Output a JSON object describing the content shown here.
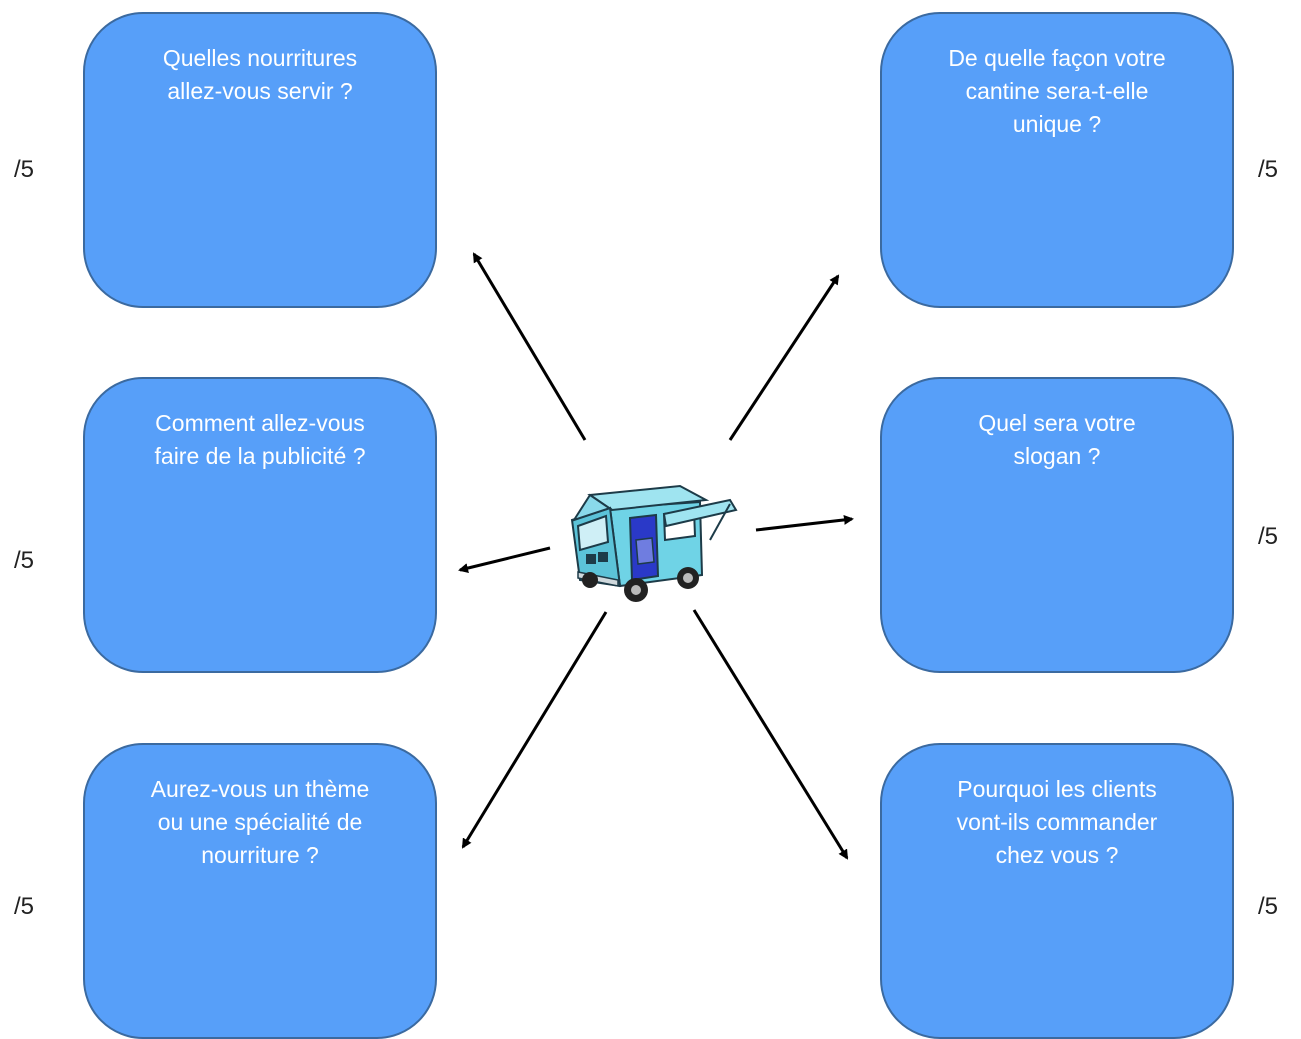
{
  "questions": [
    {
      "id": "food",
      "text": "Quelles nourritures\nallez-vous servir ?",
      "score": "/5"
    },
    {
      "id": "unique",
      "text": "De quelle façon votre\ncantine sera-t-elle\nunique ?",
      "score": "/5"
    },
    {
      "id": "advertising",
      "text": "Comment allez-vous\nfaire de la publicité ?",
      "score": "/5"
    },
    {
      "id": "slogan",
      "text": "Quel sera votre\nslogan ?",
      "score": "/5"
    },
    {
      "id": "theme",
      "text": "Aurez-vous un thème\nou une spécialité de\nnourriture ?",
      "score": "/5"
    },
    {
      "id": "customers",
      "text": "Pourquoi les clients\nvont-ils commander\nchez vous ?",
      "score": "/5"
    }
  ],
  "colors": {
    "box_fill": "#579ff9",
    "box_border": "#3b6aa0",
    "box_text": "#ffffff",
    "arrow": "#000000",
    "truck_body": "#6fd3e6"
  },
  "icons": {
    "center": "food-truck-icon",
    "connector": "arrow-icon"
  }
}
